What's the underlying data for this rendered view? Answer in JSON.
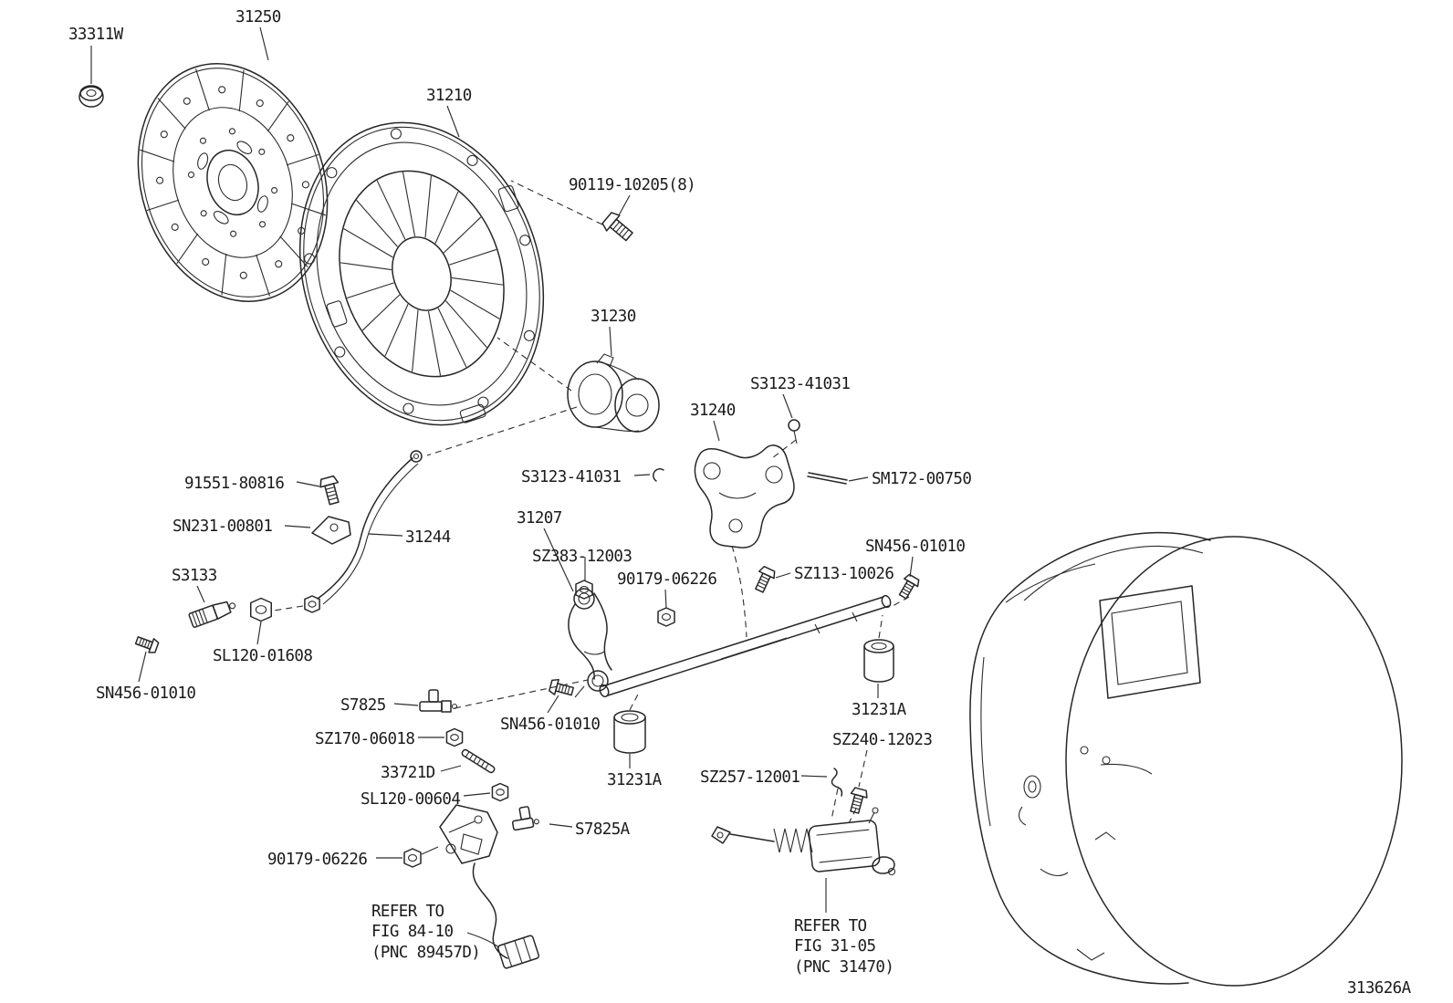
{
  "page": {
    "background": "#ffffff",
    "ink": "#1b1b1b"
  },
  "figure": {
    "code": "313626A"
  },
  "labels": [
    {
      "id": "33311W",
      "text": "33311W"
    },
    {
      "id": "31250",
      "text": "31250"
    },
    {
      "id": "31210",
      "text": "31210"
    },
    {
      "id": "90119-10205",
      "text": "90119-10205(8)"
    },
    {
      "id": "31230",
      "text": "31230"
    },
    {
      "id": "S3123-41031-r",
      "text": "S3123-41031"
    },
    {
      "id": "31240",
      "text": "31240"
    },
    {
      "id": "S3123-41031-l",
      "text": "S3123-41031"
    },
    {
      "id": "SM172-00750",
      "text": "SM172-00750"
    },
    {
      "id": "91551-80816",
      "text": "91551-80816"
    },
    {
      "id": "SN231-00801",
      "text": "SN231-00801"
    },
    {
      "id": "31244",
      "text": "31244"
    },
    {
      "id": "31207",
      "text": "31207"
    },
    {
      "id": "SZ383-12003",
      "text": "SZ383-12003"
    },
    {
      "id": "90179-06226-a",
      "text": "90179-06226"
    },
    {
      "id": "SZ113-10026",
      "text": "SZ113-10026"
    },
    {
      "id": "SN456-01010-r",
      "text": "SN456-01010"
    },
    {
      "id": "S3133",
      "text": "S3133"
    },
    {
      "id": "SL120-01608",
      "text": "SL120-01608"
    },
    {
      "id": "SN456-01010-l",
      "text": "SN456-01010"
    },
    {
      "id": "S7825",
      "text": "S7825"
    },
    {
      "id": "SZ170-06018",
      "text": "SZ170-06018"
    },
    {
      "id": "SN456-01010-c",
      "text": "SN456-01010"
    },
    {
      "id": "33721D",
      "text": "33721D"
    },
    {
      "id": "31231A-c",
      "text": "31231A"
    },
    {
      "id": "31231A-r",
      "text": "31231A"
    },
    {
      "id": "SL120-00604",
      "text": "SL120-00604"
    },
    {
      "id": "S7825A",
      "text": "S7825A"
    },
    {
      "id": "90179-06226-b",
      "text": "90179-06226"
    },
    {
      "id": "SZ240-12023",
      "text": "SZ240-12023"
    },
    {
      "id": "SZ257-12001",
      "text": "SZ257-12001"
    }
  ],
  "notes": [
    {
      "id": "refer-fig-84-10",
      "text": "REFER TO\nFIG 84-10\n(PNC 89457D)"
    },
    {
      "id": "refer-fig-31-05",
      "text": "REFER TO\nFIG 31-05\n(PNC 31470)"
    }
  ]
}
